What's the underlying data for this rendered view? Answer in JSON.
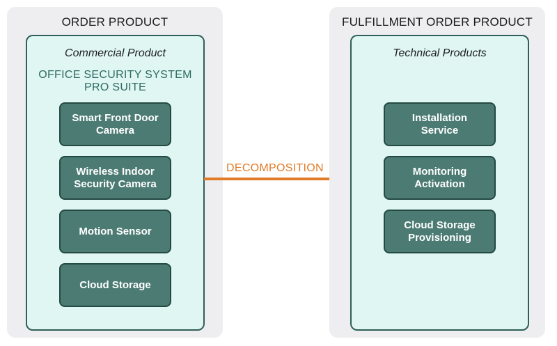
{
  "left": {
    "title": "ORDER PRODUCT",
    "subtitle": "Commercial Product",
    "product_name": "OFFICE SECURITY SYSTEM\nPRO SUITE",
    "items": [
      "Smart Front Door\nCamera",
      "Wireless Indoor\nSecurity Camera",
      "Motion Sensor",
      "Cloud Storage"
    ]
  },
  "right": {
    "title": "FULFILLMENT ORDER PRODUCT",
    "subtitle": "Technical Products",
    "items": [
      "Installation\nService",
      "Monitoring\nActivation",
      "Cloud Storage\nProvisioning"
    ]
  },
  "arrow": {
    "label": "DECOMPOSITION",
    "color": "#e07b27"
  },
  "colors": {
    "panel_bg": "#eeeef1",
    "box_bg": "#dff6f2",
    "box_border": "#2f5f56",
    "item_bg": "#4b7b73",
    "item_border": "#244a43",
    "product_name": "#2f6b63"
  }
}
